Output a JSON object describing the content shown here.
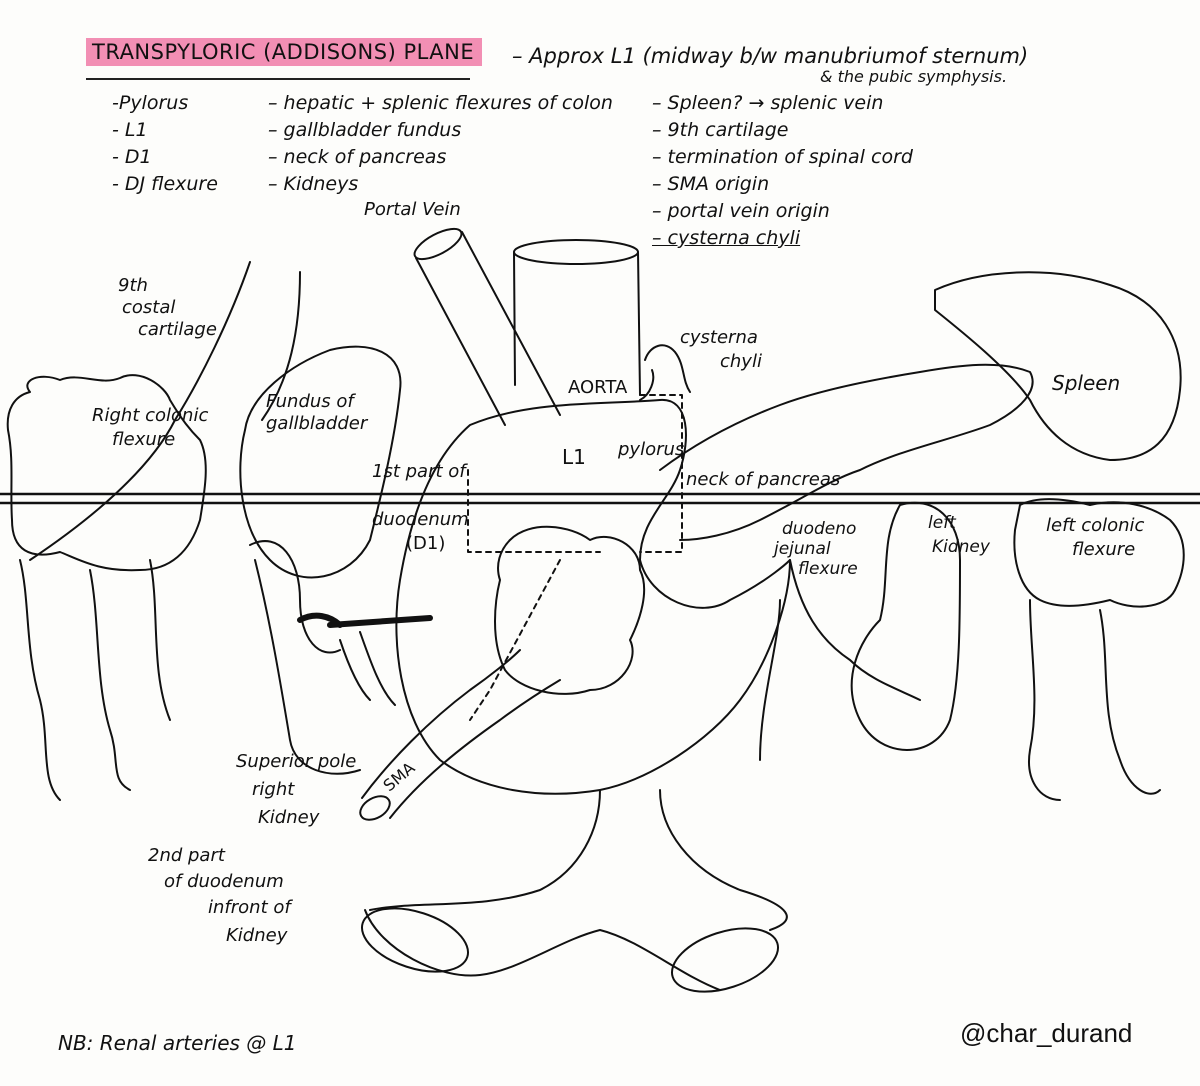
{
  "header": {
    "title": "TRANSPYLORIC (ADDISONS) PLANE",
    "approx_line1": "– Approx L1 (midway b/w manubriumof sternum)",
    "approx_line2": "& the pubic symphysis."
  },
  "lists": {
    "col1": [
      "-Pylorus",
      "- L1",
      "- D1",
      "- DJ flexure"
    ],
    "col2": [
      "– hepatic + splenic flexures of colon",
      "– gallbladder fundus",
      "– neck of pancreas",
      "– Kidneys"
    ],
    "col3": [
      "– Spleen? → splenic vein",
      "– 9th cartilage",
      "– termination of spinal cord",
      "– SMA origin",
      "– portal vein origin",
      "– cysterna chyli"
    ]
  },
  "labels": {
    "portal_vein": "Portal Vein",
    "ninth_costal": [
      "9th",
      "costal",
      "cartilage"
    ],
    "right_colic": [
      "Right colonic",
      "flexure"
    ],
    "fundus_gb": [
      "Fundus of",
      "gallbladder"
    ],
    "aorta": "AORTA",
    "l1": "L1",
    "pylorus": "pylorus",
    "cysterna": [
      "cysterna",
      "chyli"
    ],
    "spleen": "Spleen",
    "first_part": [
      "1st part of",
      "duodenum",
      "(D1)"
    ],
    "neck_pancreas": "neck of pancreas",
    "dj_flexure": [
      "duodeno",
      "jejunal",
      "flexure"
    ],
    "left_kidney": [
      "left",
      "Kidney"
    ],
    "left_colic": [
      "left colonic",
      "flexure"
    ],
    "superior_pole": [
      "Superior pole",
      "right",
      "Kidney"
    ],
    "sma": "SMA",
    "second_part": [
      "2nd part",
      "of duodenum",
      "infront of",
      "Kidney"
    ]
  },
  "footer": {
    "note": "NB: Renal arteries @ L1",
    "credit": "@char_durand"
  },
  "colors": {
    "ink": "#111111",
    "highlight": "#f28fb4",
    "paper": "#fdfdfb"
  }
}
